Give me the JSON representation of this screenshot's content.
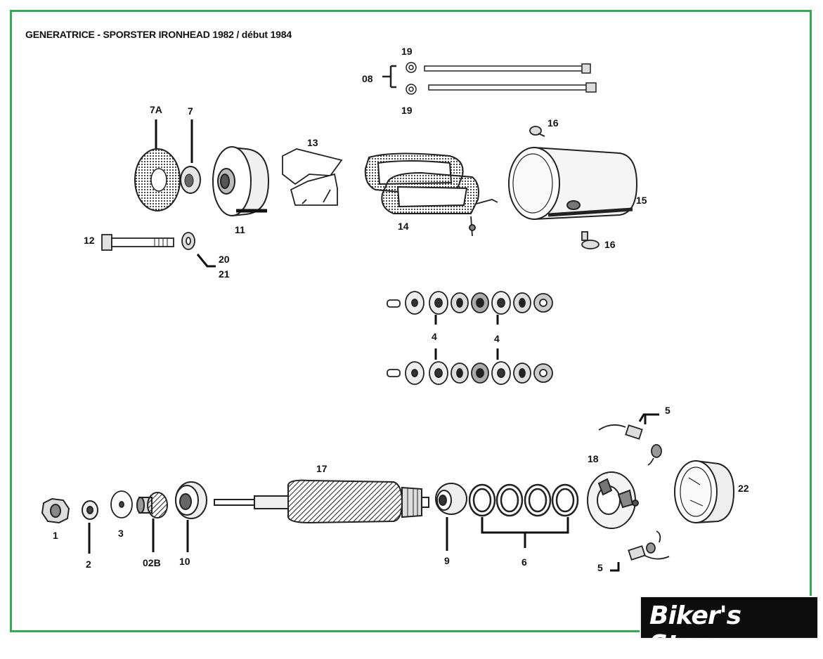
{
  "title": "GENERATRICE - SPORSTER IRONHEAD 1982 / début 1984",
  "labels": {
    "p1": "1",
    "p2": "2",
    "p3": "3",
    "p02b": "02B",
    "p10": "10",
    "p17": "17",
    "p9": "9",
    "p6": "6",
    "p18": "18",
    "p22": "22",
    "p5a": "5",
    "p5b": "5",
    "p7a": "7A",
    "p7": "7",
    "p11": "11",
    "p12": "12",
    "p20": "20",
    "p21": "21",
    "p13": "13",
    "p14": "14",
    "p15": "15",
    "p16a": "16",
    "p16b": "16",
    "p08": "08",
    "p19a": "19",
    "p19b": "19",
    "p4a": "4",
    "p4b": "4"
  },
  "logo": "Biker's Store",
  "colors": {
    "frame": "#3aa657",
    "ink": "#111111",
    "logo_bg": "#0d0d0d"
  }
}
